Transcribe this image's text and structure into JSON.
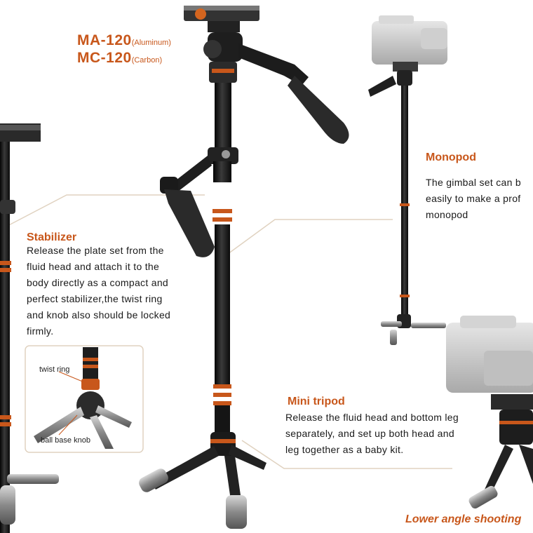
{
  "models": {
    "aluminum": {
      "code": "MA-120",
      "material": "(Aluminum)"
    },
    "carbon": {
      "code": "MC-120",
      "material": "(Carbon)"
    }
  },
  "stabilizer": {
    "heading": "Stabilizer",
    "lines": [
      "Release the plate set from the",
      "fluid head and attach it to the",
      "body directly as a compact and",
      "perfect stabilizer,the twist ring",
      "and knob also should be locked",
      "firmly."
    ]
  },
  "monopod": {
    "heading": "Monopod",
    "lines": [
      "The gimbal set can b",
      "easily to make a prof",
      "monopod"
    ]
  },
  "mini_tripod": {
    "heading": "Mini tripod",
    "lines": [
      "Release the fluid head and bottom leg",
      "separately, and set up both head and",
      "leg together as a baby kit."
    ]
  },
  "inset": {
    "twist_ring_label": "twist ring",
    "ball_base_knob_label": "ball base knob"
  },
  "footer": {
    "caption": "Lower angle shooting"
  },
  "colors": {
    "accent": "#c8571b",
    "metal_dark": "#1b1b1b",
    "connector": "#e0d2c0"
  }
}
